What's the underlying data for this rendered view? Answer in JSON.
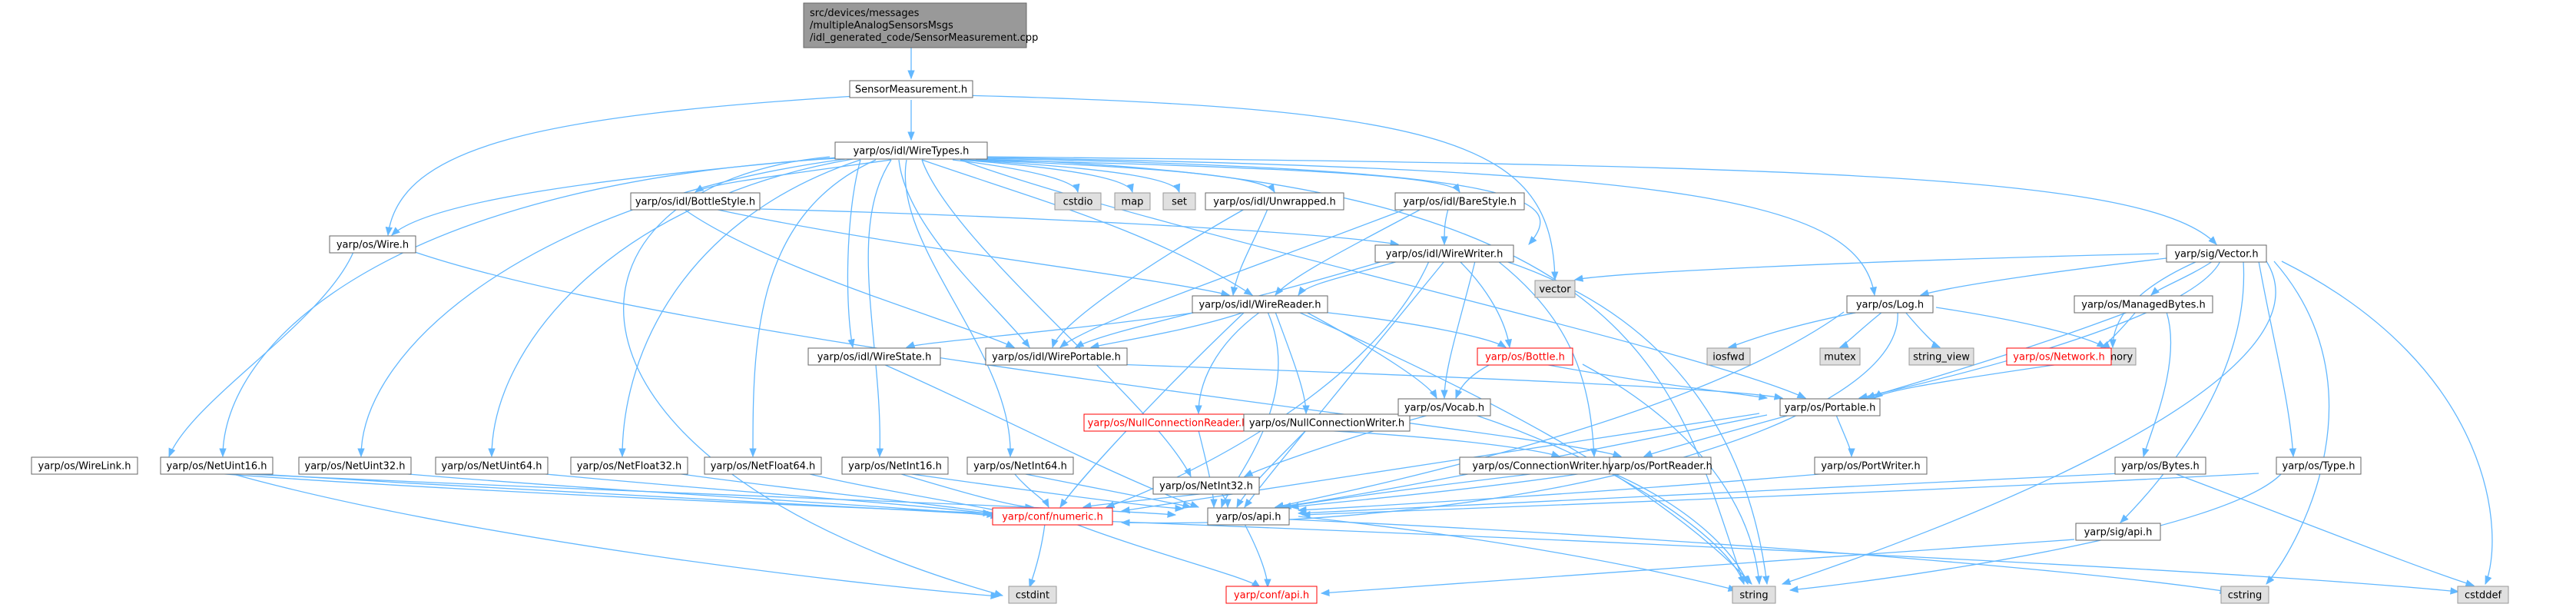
{
  "colors": {
    "edge": "#63b8ff",
    "node_fill": "#ffffff",
    "node_border": "#666666",
    "node_text": "#000000",
    "root_fill": "#999999",
    "root_border": "#666666",
    "system_fill": "#e0e0e0",
    "system_border": "#999999",
    "truncated_border": "#ff0000",
    "truncated_text": "#ff0000"
  },
  "root": {
    "lines": [
      "src/devices/messages",
      "/multipleAnalogSensorsMsgs",
      "/idl_generated_code/SensorMeasurement.cpp"
    ]
  },
  "nodes": {
    "sm": {
      "label": "SensorMeasurement.h",
      "kind": "normal"
    },
    "wiretypes": {
      "label": "yarp/os/idl/WireTypes.h",
      "kind": "normal"
    },
    "wire": {
      "label": "yarp/os/Wire.h",
      "kind": "normal"
    },
    "bottlestyle": {
      "label": "yarp/os/idl/BottleStyle.h",
      "kind": "normal"
    },
    "cstdio": {
      "label": "cstdio",
      "kind": "system"
    },
    "map": {
      "label": "map",
      "kind": "system"
    },
    "set": {
      "label": "set",
      "kind": "system"
    },
    "unwrapped": {
      "label": "yarp/os/idl/Unwrapped.h",
      "kind": "normal"
    },
    "barestyle": {
      "label": "yarp/os/idl/BareStyle.h",
      "kind": "normal"
    },
    "wirewriter": {
      "label": "yarp/os/idl/WireWriter.h",
      "kind": "normal"
    },
    "vector_h": {
      "label": "yarp/sig/Vector.h",
      "kind": "normal"
    },
    "wirereader": {
      "label": "yarp/os/idl/WireReader.h",
      "kind": "normal"
    },
    "log": {
      "label": "yarp/os/Log.h",
      "kind": "normal"
    },
    "vector": {
      "label": "vector",
      "kind": "system"
    },
    "managedbytes": {
      "label": "yarp/os/ManagedBytes.h",
      "kind": "normal"
    },
    "wirestate": {
      "label": "yarp/os/idl/WireState.h",
      "kind": "normal"
    },
    "wireportable": {
      "label": "yarp/os/idl/WirePortable.h",
      "kind": "normal"
    },
    "bottle": {
      "label": "yarp/os/Bottle.h",
      "kind": "truncated"
    },
    "iosfwd": {
      "label": "iosfwd",
      "kind": "system"
    },
    "mutex": {
      "label": "mutex",
      "kind": "system"
    },
    "string_view": {
      "label": "string_view",
      "kind": "system"
    },
    "memory": {
      "label": "memory",
      "kind": "system"
    },
    "network": {
      "label": "yarp/os/Network.h",
      "kind": "truncated"
    },
    "nullconnreader": {
      "label": "yarp/os/NullConnectionReader.h",
      "kind": "truncated"
    },
    "nullconnwriter": {
      "label": "yarp/os/NullConnectionWriter.h",
      "kind": "normal"
    },
    "vocab": {
      "label": "yarp/os/Vocab.h",
      "kind": "normal"
    },
    "portable": {
      "label": "yarp/os/Portable.h",
      "kind": "normal"
    },
    "wirelink": {
      "label": "yarp/os/WireLink.h",
      "kind": "normal"
    },
    "netuint16": {
      "label": "yarp/os/NetUint16.h",
      "kind": "normal"
    },
    "netuint32": {
      "label": "yarp/os/NetUint32.h",
      "kind": "normal"
    },
    "netuint64": {
      "label": "yarp/os/NetUint64.h",
      "kind": "normal"
    },
    "netfloat32": {
      "label": "yarp/os/NetFloat32.h",
      "kind": "normal"
    },
    "netfloat64": {
      "label": "yarp/os/NetFloat64.h",
      "kind": "normal"
    },
    "netint16": {
      "label": "yarp/os/NetInt16.h",
      "kind": "normal"
    },
    "netint64": {
      "label": "yarp/os/NetInt64.h",
      "kind": "normal"
    },
    "netint32": {
      "label": "yarp/os/NetInt32.h",
      "kind": "normal"
    },
    "connwriter": {
      "label": "yarp/os/ConnectionWriter.h",
      "kind": "normal"
    },
    "portreader": {
      "label": "yarp/os/PortReader.h",
      "kind": "normal"
    },
    "portwriter": {
      "label": "yarp/os/PortWriter.h",
      "kind": "normal"
    },
    "bytes": {
      "label": "yarp/os/Bytes.h",
      "kind": "normal"
    },
    "type": {
      "label": "yarp/os/Type.h",
      "kind": "normal"
    },
    "numeric": {
      "label": "yarp/conf/numeric.h",
      "kind": "truncated"
    },
    "osapi": {
      "label": "yarp/os/api.h",
      "kind": "normal"
    },
    "sigapi": {
      "label": "yarp/sig/api.h",
      "kind": "normal"
    },
    "cstdint": {
      "label": "cstdint",
      "kind": "system"
    },
    "confapi": {
      "label": "yarp/conf/api.h",
      "kind": "truncated"
    },
    "string": {
      "label": "string",
      "kind": "system"
    },
    "cstring": {
      "label": "cstring",
      "kind": "system"
    },
    "cstddef": {
      "label": "cstddef",
      "kind": "system"
    }
  }
}
